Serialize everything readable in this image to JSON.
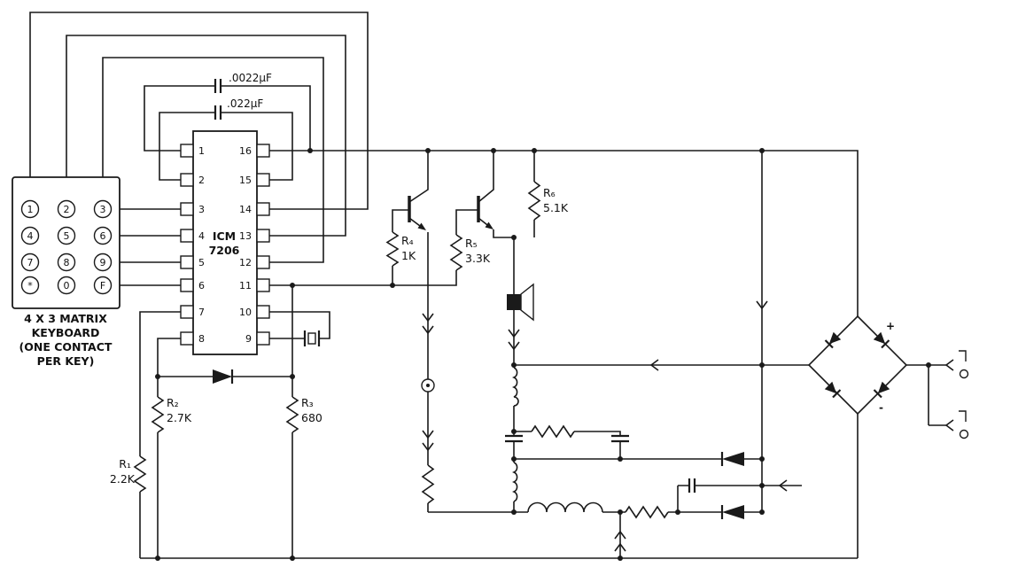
{
  "keypad": {
    "keys": [
      "1",
      "2",
      "3",
      "4",
      "5",
      "6",
      "7",
      "8",
      "9",
      "*",
      "0",
      "F"
    ],
    "caption_lines": [
      "4 X 3 MATRIX",
      "KEYBOARD",
      "(ONE CONTACT",
      "PER KEY)"
    ]
  },
  "ic": {
    "name_line1": "ICM",
    "name_line2": "7206",
    "left_pins": [
      "1",
      "2",
      "3",
      "4",
      "5",
      "6",
      "7",
      "8"
    ],
    "right_pins": [
      "16",
      "15",
      "14",
      "13",
      "12",
      "11",
      "10",
      "9"
    ]
  },
  "capacitors": {
    "c1": ".0022µF",
    "c2": ".022µF"
  },
  "resistors": [
    {
      "ref": "R₁",
      "value": "2.2K"
    },
    {
      "ref": "R₂",
      "value": "2.7K"
    },
    {
      "ref": "R₃",
      "value": "680"
    },
    {
      "ref": "R₄",
      "value": "1K"
    },
    {
      "ref": "R₅",
      "value": "3.3K"
    },
    {
      "ref": "R₆",
      "value": "5.1K"
    }
  ],
  "bridge": {
    "plus": "+",
    "minus": "-"
  }
}
